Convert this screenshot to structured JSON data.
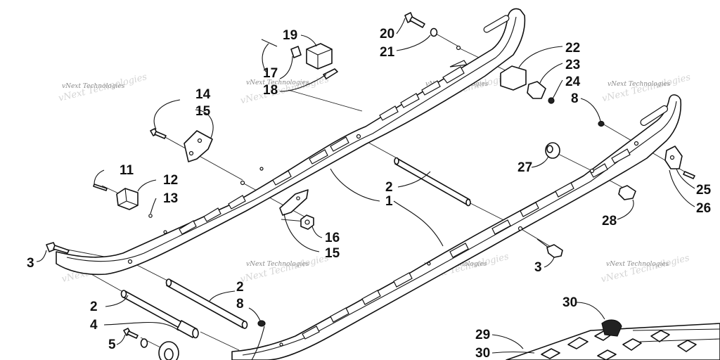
{
  "diagram": {
    "callouts": [
      {
        "id": "c1",
        "text": "1"
      },
      {
        "id": "c2a",
        "text": "2"
      },
      {
        "id": "c2b",
        "text": "2"
      },
      {
        "id": "c2c",
        "text": "2"
      },
      {
        "id": "c3a",
        "text": "3"
      },
      {
        "id": "c3b",
        "text": "3"
      },
      {
        "id": "c4",
        "text": "4"
      },
      {
        "id": "c5",
        "text": "5"
      },
      {
        "id": "c8a",
        "text": "8"
      },
      {
        "id": "c8b",
        "text": "8"
      },
      {
        "id": "c11",
        "text": "11"
      },
      {
        "id": "c12",
        "text": "12"
      },
      {
        "id": "c13",
        "text": "13"
      },
      {
        "id": "c14",
        "text": "14"
      },
      {
        "id": "c15a",
        "text": "15"
      },
      {
        "id": "c15b",
        "text": "15"
      },
      {
        "id": "c16",
        "text": "16"
      },
      {
        "id": "c17",
        "text": "17"
      },
      {
        "id": "c18",
        "text": "18"
      },
      {
        "id": "c19",
        "text": "19"
      },
      {
        "id": "c20",
        "text": "20"
      },
      {
        "id": "c21",
        "text": "21"
      },
      {
        "id": "c22",
        "text": "22"
      },
      {
        "id": "c23",
        "text": "23"
      },
      {
        "id": "c24",
        "text": "24"
      },
      {
        "id": "c25",
        "text": "25"
      },
      {
        "id": "c26",
        "text": "26"
      },
      {
        "id": "c27",
        "text": "27"
      },
      {
        "id": "c28",
        "text": "28"
      },
      {
        "id": "c29",
        "text": "29"
      },
      {
        "id": "c30a",
        "text": "30"
      },
      {
        "id": "c30b",
        "text": "30"
      }
    ],
    "watermark": "vNext Technologies"
  }
}
